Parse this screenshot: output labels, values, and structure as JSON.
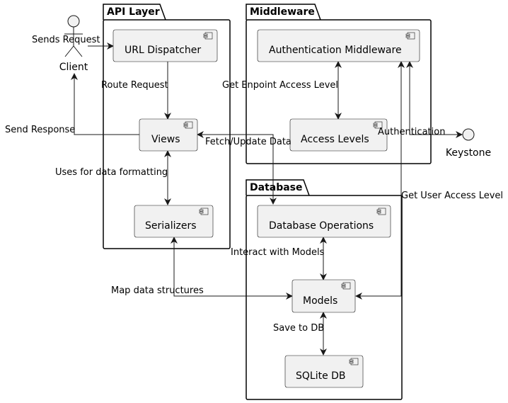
{
  "packages": {
    "api": "API Layer",
    "middleware": "Middleware",
    "database": "Database"
  },
  "components": {
    "url_dispatcher": "URL Dispatcher",
    "views": "Views",
    "serializers": "Serializers",
    "auth_middleware": "Authentication Middleware",
    "access_levels": "Access Levels",
    "db_operations": "Database Operations",
    "models": "Models",
    "sqlite_db": "SQLite DB"
  },
  "actor": {
    "client": "Client"
  },
  "interface": {
    "keystone": "Keystone"
  },
  "edges": {
    "sends_request": "Sends Request",
    "route_request": "Route Request",
    "send_response": "Send Response",
    "fetch_update": "Fetch/Update Data",
    "data_formatting": "Uses for data formatting",
    "endpoint_access": "Get Enpoint Access Level",
    "authentication": "Authentication",
    "user_access": "Get User Access Level",
    "interact_models": "Interact with Models",
    "map_structures": "Map data structures",
    "save_db": "Save to DB"
  }
}
